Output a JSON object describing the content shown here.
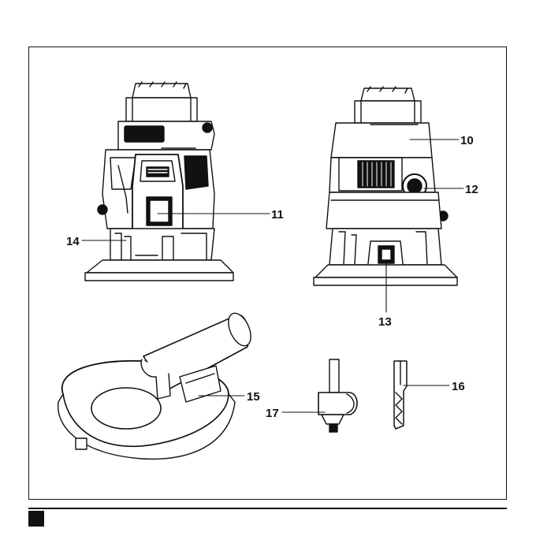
{
  "callouts": {
    "c10": "10",
    "c11": "11",
    "c12": "12",
    "c13": "13",
    "c14": "14",
    "c15": "15",
    "c16": "16",
    "c17": "17"
  },
  "colors": {
    "line": "#111111",
    "fill_dark": "#222222",
    "fill_light": "#ffffff",
    "page_mark": "#111111"
  },
  "parts": [
    "router-left-view",
    "router-right-view",
    "dust-shroud",
    "rounding-bit",
    "straight-bit"
  ]
}
